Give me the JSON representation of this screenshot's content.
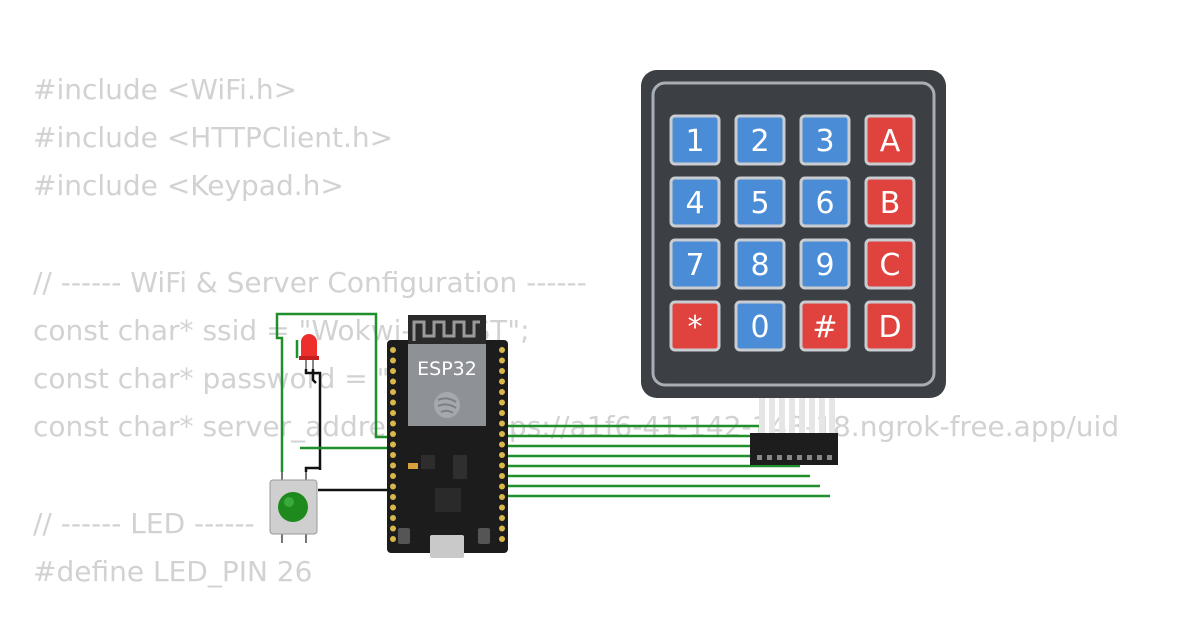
{
  "code_lines": [
    "#include <WiFi.h>",
    "#include <HTTPClient.h>",
    "#include <Keypad.h>",
    "",
    "// ------ WiFi & Server Configuration ------",
    "const char* ssid = \"Wokwi-GUEST\";",
    "const char* password = \"\";",
    "const char* server_address = \"https://a1f6-41-142-148-18.ngrok-free.app/uid",
    "",
    "// ------ LED ------",
    "#define LED_PIN 26"
  ],
  "board": {
    "label": "ESP32"
  },
  "keypad": {
    "rows": [
      [
        {
          "label": "1",
          "kind": "num"
        },
        {
          "label": "2",
          "kind": "num"
        },
        {
          "label": "3",
          "kind": "num"
        },
        {
          "label": "A",
          "kind": "letter"
        }
      ],
      [
        {
          "label": "4",
          "kind": "num"
        },
        {
          "label": "5",
          "kind": "num"
        },
        {
          "label": "6",
          "kind": "num"
        },
        {
          "label": "B",
          "kind": "letter"
        }
      ],
      [
        {
          "label": "7",
          "kind": "num"
        },
        {
          "label": "8",
          "kind": "num"
        },
        {
          "label": "9",
          "kind": "num"
        },
        {
          "label": "C",
          "kind": "letter"
        }
      ],
      [
        {
          "label": "*",
          "kind": "letter"
        },
        {
          "label": "0",
          "kind": "num"
        },
        {
          "label": "#",
          "kind": "letter"
        },
        {
          "label": "D",
          "kind": "letter"
        }
      ]
    ]
  },
  "colors": {
    "code_text": "#d2d2d2",
    "key_num": "#4a8cd6",
    "key_letter": "#e0423e",
    "keypad_body": "#3c3f44",
    "board_body": "#1c1c1c",
    "wire": "#1f8f2a",
    "wire_black": "#111111",
    "led": "#ee2d2d",
    "button_cap": "#1e8a1e"
  }
}
